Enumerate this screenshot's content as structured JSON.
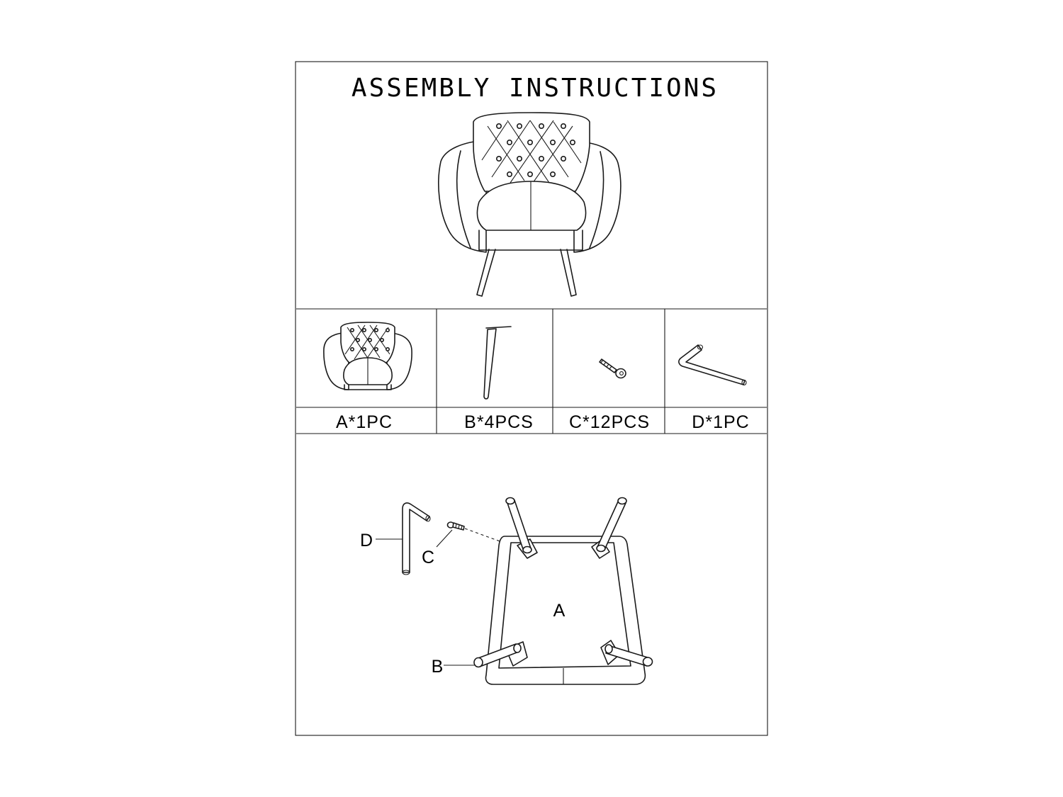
{
  "title": "ASSEMBLY INSTRUCTIONS",
  "parts": [
    {
      "letter": "A",
      "label": "A*1PC",
      "icon": "armchair-icon"
    },
    {
      "letter": "B",
      "label": "B*4PCS",
      "icon": "leg-icon"
    },
    {
      "letter": "C",
      "label": "C*12PCS",
      "icon": "screw-icon"
    },
    {
      "letter": "D",
      "label": "D*1PC",
      "icon": "allen-key-icon"
    }
  ],
  "callouts": {
    "a": "A",
    "b": "B",
    "c": "C",
    "d": "D"
  },
  "colors": {
    "line": "#1a1a1a",
    "paper": "#ffffff"
  }
}
